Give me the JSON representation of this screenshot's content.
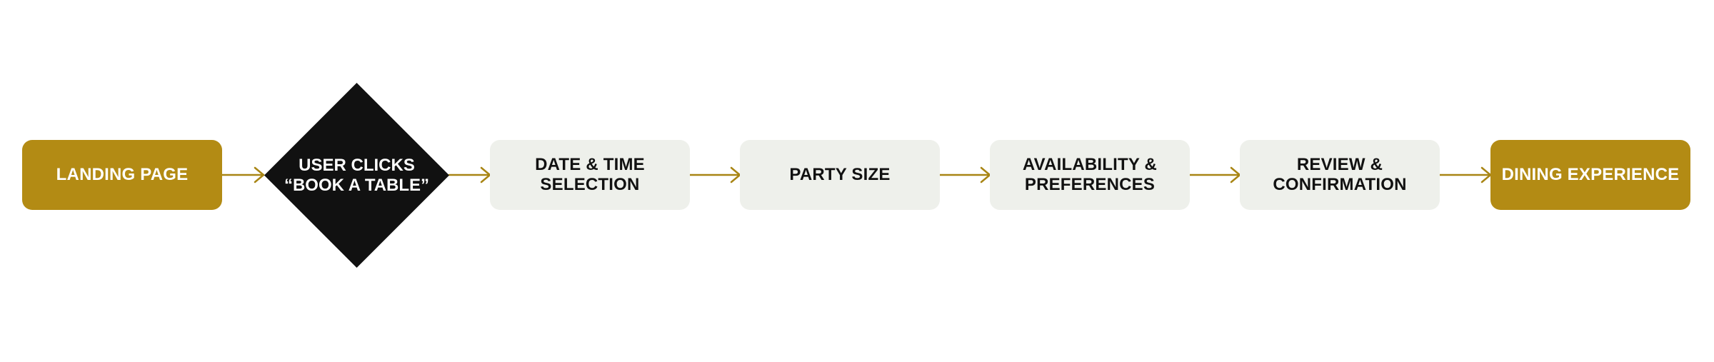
{
  "flow": {
    "start": {
      "label": "LANDING PAGE"
    },
    "decision": {
      "label": "USER CLICKS\n“BOOK A TABLE”"
    },
    "steps": [
      {
        "label": "DATE & TIME\nSELECTION"
      },
      {
        "label": "PARTY SIZE"
      },
      {
        "label": "AVAILABILITY &\nPREFERENCES"
      },
      {
        "label": "REVIEW &\nCONFIRMATION"
      }
    ],
    "end": {
      "label": "DINING EXPERIENCE"
    }
  },
  "colors": {
    "accent": "#b38b14",
    "decision_fill": "#111111",
    "step_fill": "#eef0eb",
    "connector": "#a88514"
  }
}
